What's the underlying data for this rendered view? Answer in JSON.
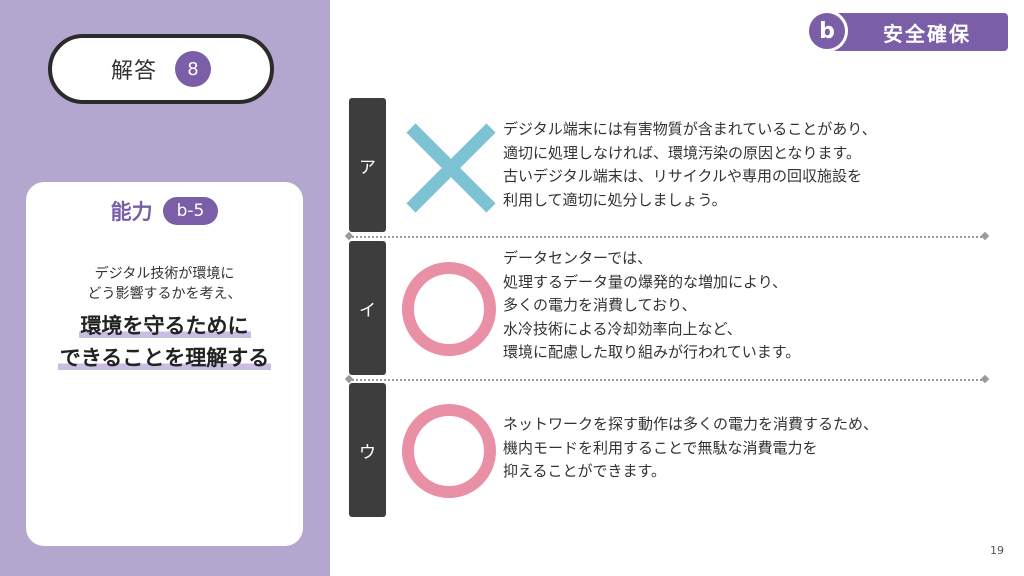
{
  "answer": {
    "label": "解答",
    "number": "8"
  },
  "topic": {
    "letter": "b",
    "title": "安全確保"
  },
  "ability": {
    "title": "能力",
    "badge": "b-5",
    "text_lines": [
      "デジタル技術が環境に",
      "どう影響するかを考え、"
    ],
    "emphasis_lines": [
      "環境を守るために",
      "できることを理解する"
    ]
  },
  "items": [
    {
      "label": "ア",
      "mark": "cross",
      "lines": [
        "デジタル端末には有害物質が含まれていることがあり、",
        "適切に処理しなければ、環境汚染の原因となります。",
        "古いデジタル端末は、リサイクルや専用の回収施設を",
        "利用して適切に処分しましょう。"
      ]
    },
    {
      "label": "イ",
      "mark": "circle",
      "lines": [
        "データセンターでは、",
        "処理するデータ量の爆発的な増加により、",
        "多くの電力を消費しており、",
        "水冷技術による冷却効率向上など、",
        "環境に配慮した取り組みが行われています。"
      ]
    },
    {
      "label": "ウ",
      "mark": "circle",
      "lines": [
        "ネットワークを探す動作は多くの電力を消費するため、",
        "機内モードを利用することで無駄な消費電力を",
        "抑えることができます。"
      ]
    }
  ],
  "page_number": "19",
  "colors": {
    "accent": "#7a5fa8",
    "panel": "#b3a6cf",
    "cross": "#7ec3d4",
    "circle": "#e98fa6",
    "label_bg": "#3d3d3d"
  }
}
